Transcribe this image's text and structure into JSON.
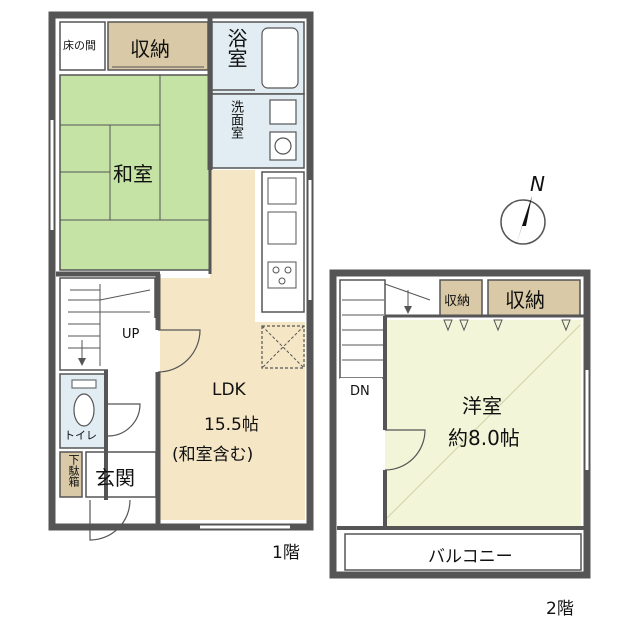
{
  "floor1": {
    "label": "1階",
    "rooms": {
      "tokonoma": "床の間",
      "storage": "収納",
      "bath": "浴室",
      "washroom": "洗面室",
      "washitsu": "和室",
      "ldk_name": "LDK",
      "ldk_size": "15.5帖",
      "ldk_note": "(和室含む)",
      "stairs_up": "UP",
      "toilet": "トイレ",
      "shoe_box": "下駄箱",
      "entrance": "玄関"
    }
  },
  "floor2": {
    "label": "2階",
    "rooms": {
      "storage_small": "収納",
      "storage": "収納",
      "yoshitsu_name": "洋室",
      "yoshitsu_size": "約8.0帖",
      "stairs_down": "DN",
      "balcony": "バルコニー"
    }
  },
  "compass": {
    "label": "N"
  },
  "colors": {
    "tatami": "#c5e3a5",
    "ldk_floor": "#f5e7c6",
    "storage": "#d9c9a7",
    "wet_area": "#e2edf3",
    "room_floor": "#f3f5d8",
    "wall": "#555555"
  }
}
